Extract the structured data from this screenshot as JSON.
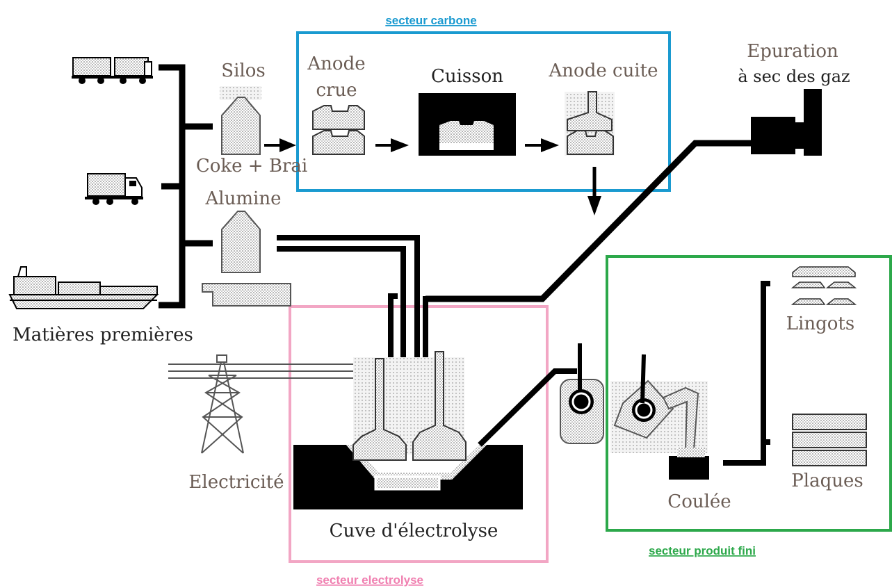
{
  "sectors": {
    "carbone": {
      "label": "secteur carbone",
      "color": "#1a9ad0"
    },
    "electrolyse": {
      "label": "secteur electrolyse",
      "color": "#f2a6c4"
    },
    "produit_fini": {
      "label": "secteur produit fini",
      "color": "#2ca84a"
    }
  },
  "labels": {
    "silos": "Silos",
    "coke_brai": "Coke + Brai",
    "alumine": "Alumine",
    "anode_crue_1": "Anode",
    "anode_crue_2": "crue",
    "cuisson": "Cuisson",
    "anode_cuite": "Anode cuite",
    "epuration_1": "Epuration",
    "epuration_2": "à sec des gaz",
    "matieres_premieres": "Matières premières",
    "electricite": "Electricité",
    "cuve": "Cuve d'électrolyse",
    "lingots": "Lingots",
    "plaques": "Plaques",
    "coulee": "Coulée"
  },
  "icons": [
    "truck-icon",
    "lorry-icon",
    "ship-icon",
    "silo-icon",
    "pylon-icon",
    "anode-icon",
    "furnace-icon",
    "scrubber-icon",
    "crucible-icon",
    "ingot-icon",
    "plate-icon"
  ]
}
